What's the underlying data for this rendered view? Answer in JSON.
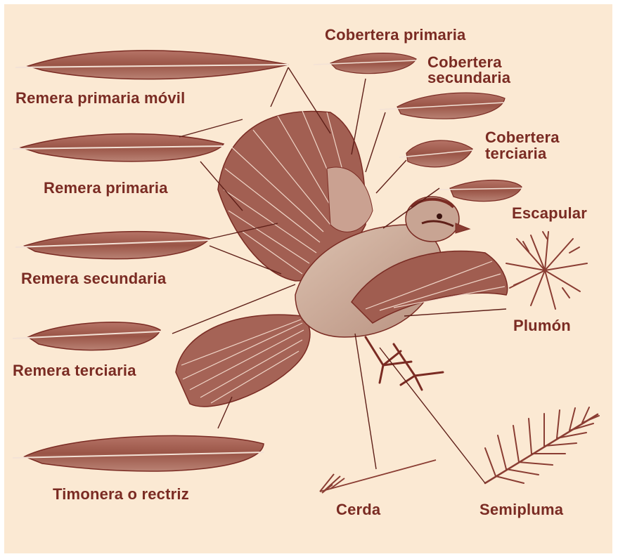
{
  "colors": {
    "background": "#fbe9d3",
    "ink": "#7a2b23",
    "feather": "#9e5a4d",
    "feather_light": "#c99486"
  },
  "labels": {
    "remera_primaria_movil": "Remera primaria móvil",
    "remera_primaria": "Remera primaria",
    "remera_secundaria": "Remera secundaria",
    "remera_terciaria": "Remera terciaria",
    "timonera": "Timonera o rectriz",
    "cobertera_primaria": "Cobertera primaria",
    "cobertera_secundaria": "Cobertera\nsecundaria",
    "cobertera_terciaria": "Cobertera\nterciaria",
    "escapular": "Escapular",
    "plumon": "Plumón",
    "cerda": "Cerda",
    "semipluma": "Semipluma"
  },
  "icons": {
    "bird": "bird-illustration-icon",
    "feather": "feather-icon",
    "down": "down-feather-icon"
  }
}
